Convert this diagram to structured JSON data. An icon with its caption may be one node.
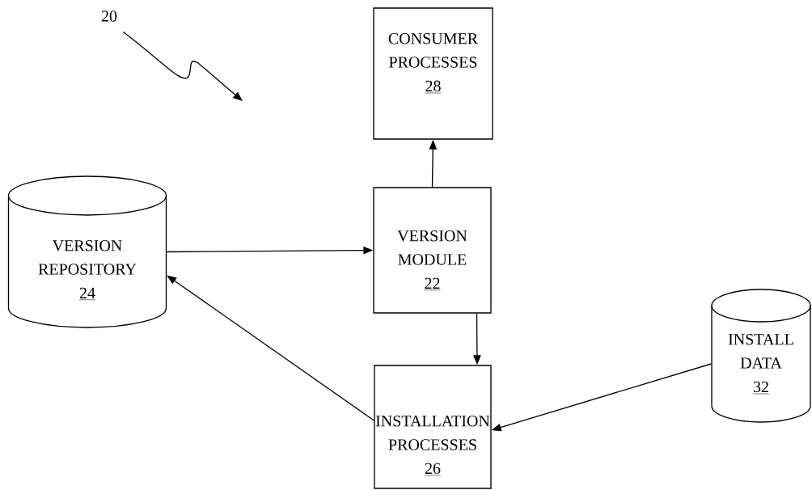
{
  "diagram": {
    "nodes": [
      {
        "text": [
          "20"
        ]
      },
      {
        "text": [
          "CONSUMER PROCESSES",
          "28"
        ]
      },
      {
        "text": [
          "VERSION REPOSITORY",
          "24"
        ]
      },
      {
        "text": [
          "VERSION MODULE",
          "22"
        ]
      },
      {
        "text": [
          "INSTALL DATA",
          "32"
        ]
      },
      {
        "text": [
          "INSTALLATION PROCESSES",
          "26"
        ]
      }
    ],
    "edges": [
      {
        "from": 0,
        "to": null,
        "arrow": "to"
      },
      {
        "from": 2,
        "to": 3,
        "arrow": "to"
      },
      {
        "from": 3,
        "to": 1,
        "arrow": "to"
      },
      {
        "from": 3,
        "to": 5,
        "arrow": "to"
      },
      {
        "from": 5,
        "to": 2,
        "arrow": "to"
      },
      {
        "from": 4,
        "to": 5,
        "arrow": "to"
      }
    ]
  }
}
